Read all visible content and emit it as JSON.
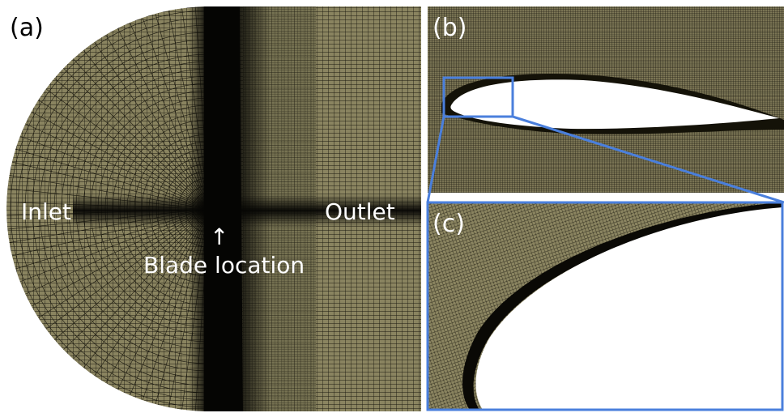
{
  "figure": {
    "panel_a": {
      "tag": "(a)",
      "inlet_label": "Inlet",
      "outlet_label": "Outlet",
      "blade_label": "Blade location",
      "arrow_glyph": "↑"
    },
    "panel_b": {
      "tag": "(b)"
    },
    "panel_c": {
      "tag": "(c)"
    }
  },
  "colors": {
    "mesh_fill": "#8a8460",
    "mesh_line": "#1c1a10",
    "dense_band": "#050503",
    "highlight": "#4a7fdc",
    "label_text": "#ffffff",
    "background": "#ffffff"
  }
}
